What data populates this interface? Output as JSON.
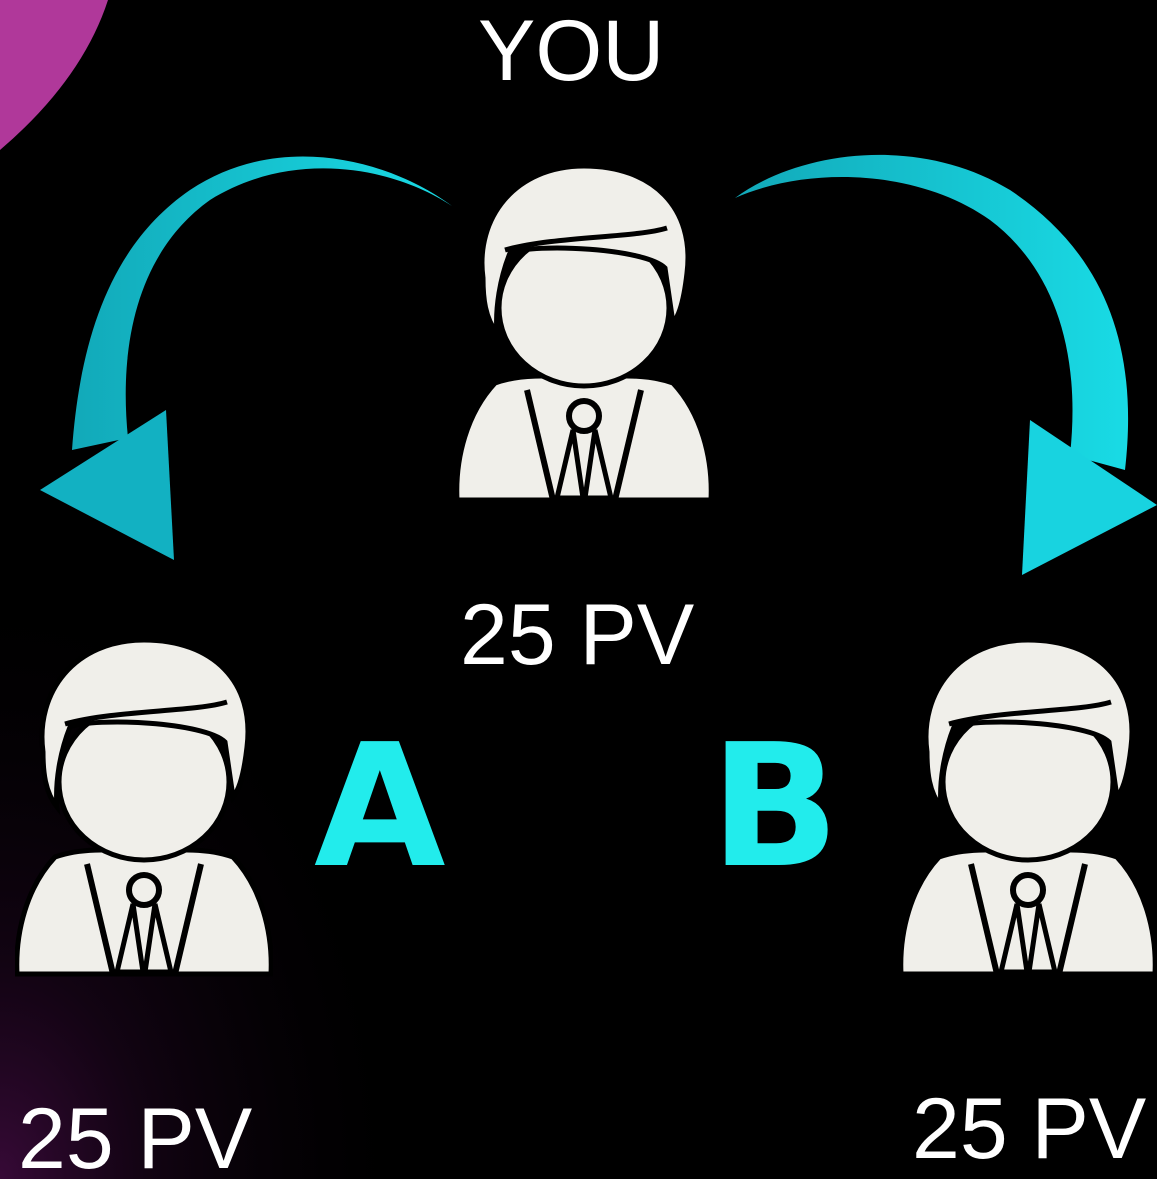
{
  "labels": {
    "top": "YOU",
    "top_pv": "25 PV",
    "left_pv": "25 PV",
    "right_pv": "25 PV",
    "left_letter": "A",
    "right_letter": "B"
  },
  "colors": {
    "background": "#000000",
    "accent": "#22ecec",
    "arrow_left": "#13b3c4",
    "arrow_right": "#18d6e0",
    "person_fill": "#f0efea",
    "person_outline": "#000000",
    "corner_glow": "#b0389a",
    "text": "#ffffff"
  },
  "icons": {
    "person": "businessman-icon",
    "arrow": "curved-arrow-icon"
  }
}
